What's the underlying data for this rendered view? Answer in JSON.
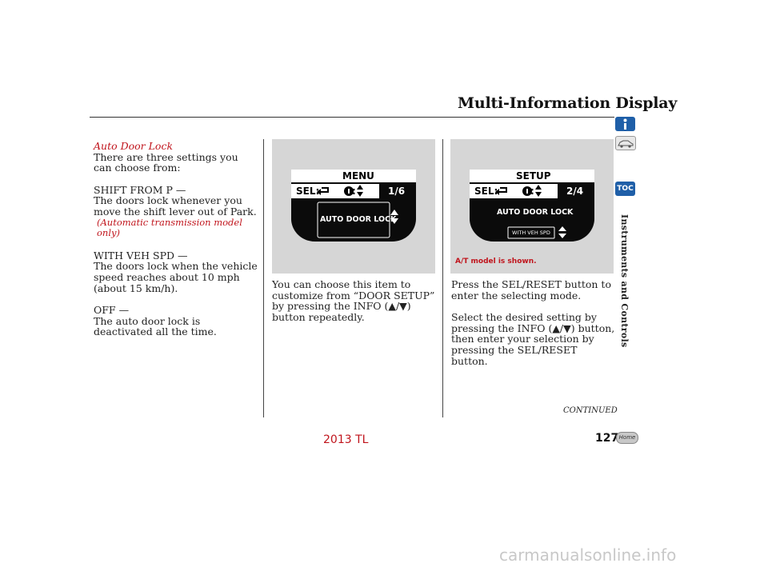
{
  "header": {
    "title": "Multi-Information Display"
  },
  "left_column": {
    "heading": "Auto Door Lock",
    "intro": "There are three settings you can choose from:",
    "settings": [
      {
        "label": "SHIFT FROM P —",
        "desc": "The doors lock whenever you move the shift lever out of Park.",
        "note": "(Automatic transmission model only)"
      },
      {
        "label": "WITH VEH SPD —",
        "desc": "The doors lock when the vehicle speed reaches about 10 mph (about 15 km/h).",
        "note": ""
      },
      {
        "label": "OFF —",
        "desc": "The auto door lock is deactivated all the time.",
        "note": ""
      }
    ]
  },
  "middle_column": {
    "display": {
      "title": "MENU",
      "sel": "SEL:",
      "page": "1/6",
      "item": "AUTO DOOR LOCK"
    },
    "text": "You can choose this item to customize from “DOOR SETUP” by pressing the INFO (▲/▼) button repeatedly."
  },
  "right_column": {
    "display": {
      "title": "SETUP",
      "sel": "SEL:",
      "page": "2/4",
      "item": "AUTO DOOR LOCK",
      "value": "WITH VEH SPD"
    },
    "caption": "A/T model is shown.",
    "text1": "Press the SEL/RESET button to enter the selecting mode.",
    "text2": "Select the desired setting by pressing the INFO (▲/▼) button, then enter your selection by pressing the SEL/RESET button."
  },
  "sidebar": {
    "vertical_label": "Instruments and Controls",
    "toc_label": "TOC"
  },
  "footer": {
    "continued": "CONTINUED",
    "page_number": "127",
    "home_label": "Home",
    "model_year": "2013 TL",
    "watermark": "carmanualsonline.info"
  },
  "colors": {
    "accent_red": "#c0141c",
    "panel_gray": "#d6d6d6",
    "icon_blue": "#1f5fa8"
  }
}
